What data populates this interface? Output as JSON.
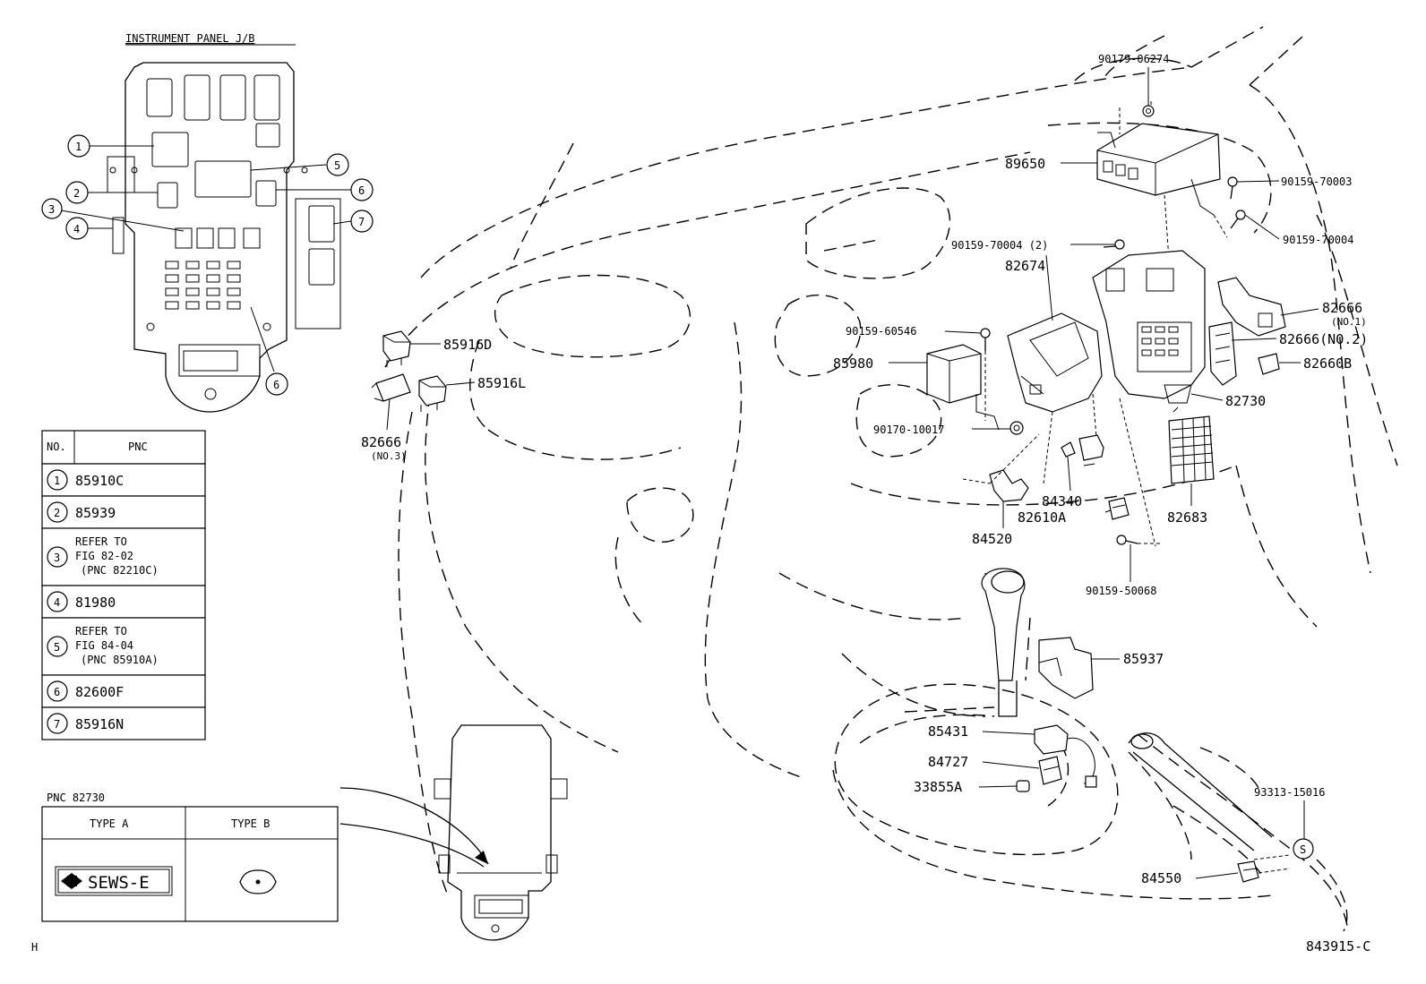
{
  "inset": {
    "title": "INSTRUMENT PANEL J/B",
    "callouts": [
      "1",
      "2",
      "3",
      "4",
      "5",
      "6",
      "7",
      "6"
    ]
  },
  "pnc_table": {
    "header_no": "NO.",
    "header_pnc": "PNC",
    "rows": [
      {
        "no": "1",
        "lines": [
          "85910C"
        ]
      },
      {
        "no": "2",
        "lines": [
          "85939"
        ]
      },
      {
        "no": "3",
        "lines": [
          "REFER TO",
          "FIG 82-02",
          "(PNC 82210C)"
        ]
      },
      {
        "no": "4",
        "lines": [
          "81980"
        ]
      },
      {
        "no": "5",
        "lines": [
          "REFER TO",
          "FIG 84-04",
          "(PNC 85910A)"
        ]
      },
      {
        "no": "6",
        "lines": [
          "82600F"
        ]
      },
      {
        "no": "7",
        "lines": [
          "85916N"
        ]
      }
    ]
  },
  "type_table": {
    "caption": "PNC 82730",
    "type_a": "TYPE A",
    "type_b": "TYPE B",
    "logo_text": "SEWS-E"
  },
  "part_labels": {
    "p90179_06274": "90179-06274",
    "p89650": "89650",
    "p90159_70003": "90159-70003",
    "p90159_70004_2": "90159-70004 (2)",
    "p90159_70004": "90159-70004",
    "p82674": "82674",
    "p82666_no1": "82666",
    "p82666_no1_sub": "(NO.1)",
    "p90159_60546": "90159-60546",
    "p82666_no2": "82666(NO.2)",
    "p85980": "85980",
    "p82660b": "82660B",
    "p82730": "82730",
    "p85916d": "85916D",
    "p85916l": "85916L",
    "p82666_no3": "82666",
    "p82666_no3_sub": "(NO.3)",
    "p90170_10017": "90170-10017",
    "p84340": "84340",
    "p82610a": "82610A",
    "p82683": "82683",
    "p84520": "84520",
    "p90159_50068": "90159-50068",
    "p85937": "85937",
    "p85431": "85431",
    "p84727": "84727",
    "p33855a": "33855A",
    "p93313_15016": "93313-15016",
    "p84550": "84550",
    "s_mark": "S"
  },
  "footer": {
    "left_mark": "H",
    "fig_code": "843915-C"
  }
}
